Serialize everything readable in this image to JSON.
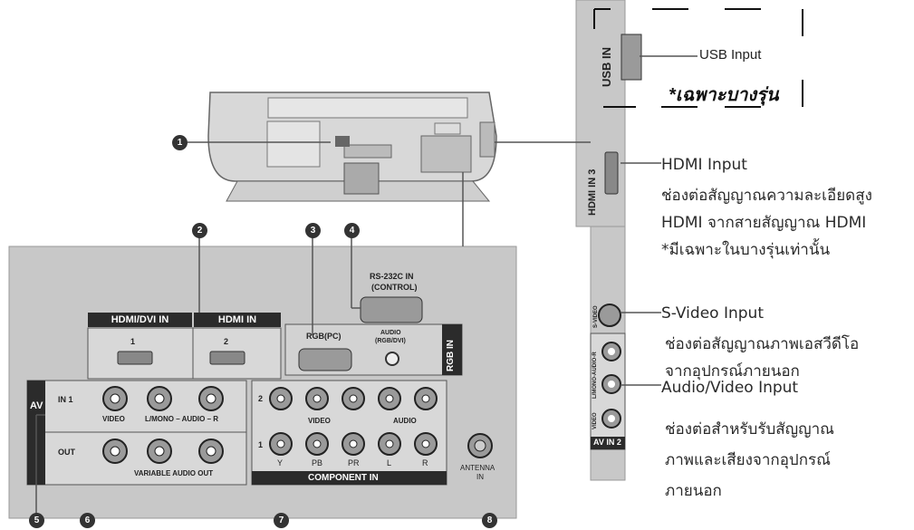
{
  "colors": {
    "panel": "#c8c8c8",
    "panel_dark": "#9a9a9a",
    "black_bar": "#2b2b2b",
    "line": "#555555",
    "text": "#222222"
  },
  "callouts": [
    "1",
    "2",
    "3",
    "4",
    "5",
    "6",
    "7",
    "8"
  ],
  "usb": {
    "port_label": "USB IN",
    "title": "USB Input",
    "note": "*เฉพาะบางรุ่น"
  },
  "hdmi_side": {
    "port_label": "HDMI IN 3",
    "title": "HDMI Input",
    "desc_1": "ช่องต่อสัญญาณความละเอียดสูง",
    "desc_2": "HDMI จากสายสัญญาณ HDMI",
    "desc_3": "*มีเฉพาะในบางรุ่นเท่านั้น"
  },
  "svideo": {
    "port_label": "S-VIDEO",
    "title": "S-Video Input",
    "desc_1": "ช่องต่อสัญญาณภาพเอสวีดีโอ",
    "desc_2": "จากอุปกรณ์ภายนอก"
  },
  "av_side": {
    "port_label": "AV IN 2",
    "jack_label_1": "L/MONO-AUDIO-R",
    "jack_label_2": "VIDEO",
    "title": "Audio/Video Input",
    "desc_1": "ช่องต่อสำหรับรับสัญญาณ",
    "desc_2": "ภาพและเสียงจากอุปกรณ์",
    "desc_3": "ภายนอก"
  },
  "back_panel": {
    "hdmi_dvi_in": "HDMI/DVI IN",
    "hdmi_in": "HDMI IN",
    "hdmi_port_1": "1",
    "hdmi_port_2": "2",
    "rs232c_1": "RS-232C IN",
    "rs232c_2": "(CONTROL)",
    "rgb_pc": "RGB(PC)",
    "audio_rgb_1": "AUDIO",
    "audio_rgb_2": "(RGB/DVI)",
    "rgb_in": "RGB IN",
    "av": "AV",
    "in1": "IN 1",
    "out": "OUT",
    "video": "VIDEO",
    "lmono_audio_r": "L/MONO – AUDIO – R",
    "variable_audio_out": "VARIABLE AUDIO OUT",
    "comp_2": "2",
    "comp_1": "1",
    "comp_video": "VIDEO",
    "comp_audio": "AUDIO",
    "y": "Y",
    "pb": "PB",
    "pr": "PR",
    "l": "L",
    "r": "R",
    "component_in": "COMPONENT IN",
    "antenna_1": "ANTENNA",
    "antenna_2": "IN"
  }
}
